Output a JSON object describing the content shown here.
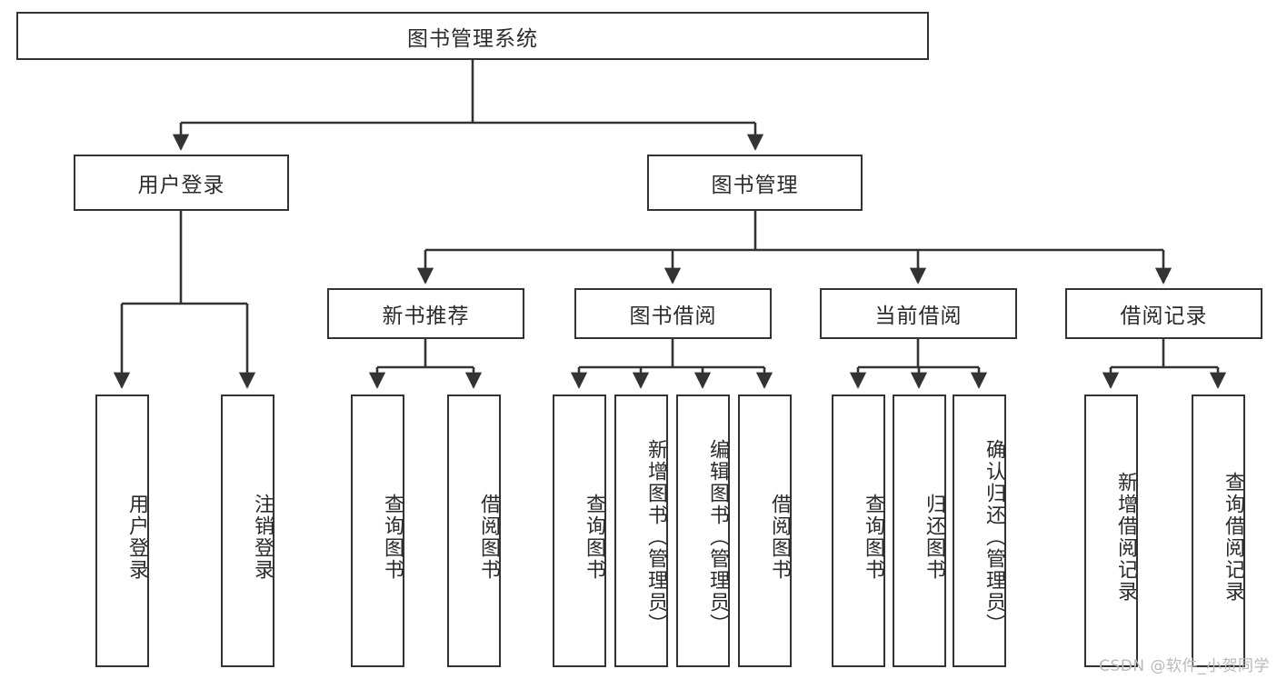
{
  "diagram": {
    "type": "tree-hierarchy",
    "title": "图书管理系统",
    "watermark": "CSDN @软件_小贺同学",
    "colors": {
      "stroke": "#333333",
      "box_fill": "#ffffff",
      "text": "#2b2b2b",
      "watermark": "#b9b9b9",
      "background": "#ffffff"
    },
    "nodes": {
      "root": {
        "label": "图书管理系统",
        "level": 0,
        "orientation": "horizontal"
      },
      "n_user_login": {
        "label": "用户登录",
        "level": 1,
        "orientation": "horizontal"
      },
      "n_book_mgmt": {
        "label": "图书管理",
        "level": 1,
        "orientation": "horizontal"
      },
      "n_new_book": {
        "label": "新书推荐",
        "level": 2,
        "orientation": "horizontal"
      },
      "n_borrow": {
        "label": "图书借阅",
        "level": 2,
        "orientation": "horizontal"
      },
      "n_current": {
        "label": "当前借阅",
        "level": 2,
        "orientation": "horizontal"
      },
      "n_record": {
        "label": "借阅记录",
        "level": 2,
        "orientation": "horizontal"
      },
      "leaf_user_login": {
        "label": "用户登录",
        "level": 3,
        "orientation": "vertical"
      },
      "leaf_logout": {
        "label": "注销登录",
        "level": 3,
        "orientation": "vertical"
      },
      "leaf_query_book_1": {
        "label": "查询图书",
        "level": 3,
        "orientation": "vertical"
      },
      "leaf_borrow_book_1": {
        "label": "借阅图书",
        "level": 3,
        "orientation": "vertical"
      },
      "leaf_query_book_2": {
        "label": "查询图书",
        "level": 3,
        "orientation": "vertical"
      },
      "leaf_add_book": {
        "label": "新增图书（管理员）",
        "level": 3,
        "orientation": "vertical"
      },
      "leaf_edit_book": {
        "label": "编辑图书（管理员）",
        "level": 3,
        "orientation": "vertical"
      },
      "leaf_borrow_book_2": {
        "label": "借阅图书",
        "level": 3,
        "orientation": "vertical"
      },
      "leaf_query_book_3": {
        "label": "查询图书",
        "level": 3,
        "orientation": "vertical"
      },
      "leaf_return_book": {
        "label": "归还图书",
        "level": 3,
        "orientation": "vertical"
      },
      "leaf_confirm_return": {
        "label": "确认归还（管理员）",
        "level": 3,
        "orientation": "vertical"
      },
      "leaf_add_record": {
        "label": "新增借阅记录",
        "level": 3,
        "orientation": "vertical"
      },
      "leaf_query_record": {
        "label": "查询借阅记录",
        "level": 3,
        "orientation": "vertical"
      }
    },
    "edges": [
      {
        "from": "root",
        "to": "n_user_login"
      },
      {
        "from": "root",
        "to": "n_book_mgmt"
      },
      {
        "from": "n_user_login",
        "to": "leaf_user_login"
      },
      {
        "from": "n_user_login",
        "to": "leaf_logout"
      },
      {
        "from": "n_book_mgmt",
        "to": "n_new_book"
      },
      {
        "from": "n_book_mgmt",
        "to": "n_borrow"
      },
      {
        "from": "n_book_mgmt",
        "to": "n_current"
      },
      {
        "from": "n_book_mgmt",
        "to": "n_record"
      },
      {
        "from": "n_new_book",
        "to": "leaf_query_book_1"
      },
      {
        "from": "n_new_book",
        "to": "leaf_borrow_book_1"
      },
      {
        "from": "n_borrow",
        "to": "leaf_query_book_2"
      },
      {
        "from": "n_borrow",
        "to": "leaf_add_book"
      },
      {
        "from": "n_borrow",
        "to": "leaf_edit_book"
      },
      {
        "from": "n_borrow",
        "to": "leaf_borrow_book_2"
      },
      {
        "from": "n_current",
        "to": "leaf_query_book_3"
      },
      {
        "from": "n_current",
        "to": "leaf_return_book"
      },
      {
        "from": "n_current",
        "to": "leaf_confirm_return"
      },
      {
        "from": "n_record",
        "to": "leaf_add_record"
      },
      {
        "from": "n_record",
        "to": "leaf_query_record"
      }
    ]
  }
}
